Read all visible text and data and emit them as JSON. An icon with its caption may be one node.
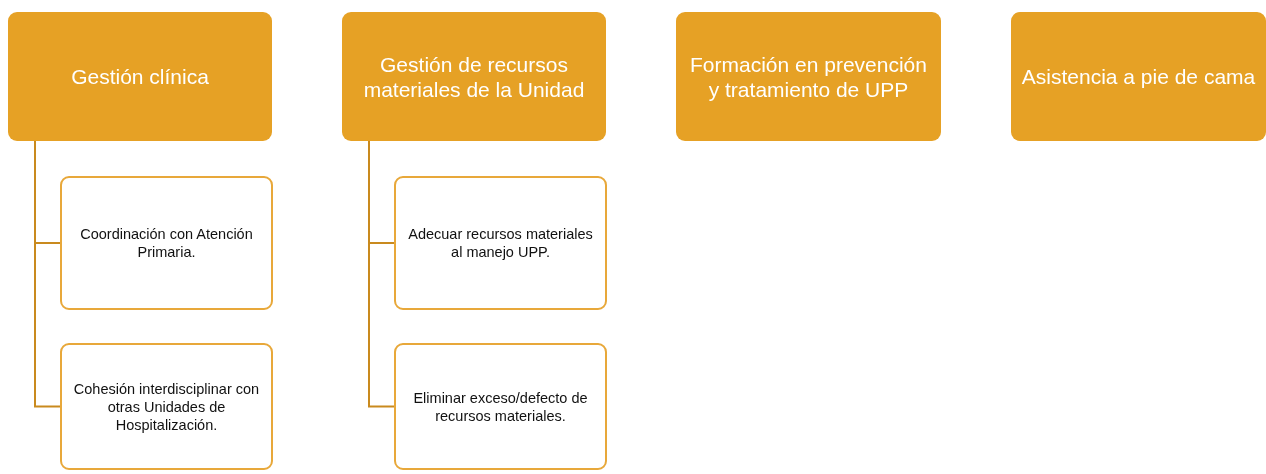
{
  "diagram": {
    "nodes": [
      {
        "text": [
          "Gestión clínica"
        ]
      },
      {
        "text": [
          "Gestión de recursos materiales de la Unidad"
        ]
      },
      {
        "text": [
          "Formación en prevención y tratamiento de UPP"
        ]
      },
      {
        "text": [
          "Asistencia a pie de cama"
        ]
      },
      {
        "text": [
          "Coordinación con Atención Primaria."
        ]
      },
      {
        "text": [
          "Cohesión interdisciplinar con otras Unidades de Hospitalización."
        ]
      },
      {
        "text": [
          "Adecuar recursos materiales al manejo UPP."
        ]
      },
      {
        "text": [
          "Eliminar exceso/defecto de recursos materiales."
        ]
      }
    ],
    "edges": [
      {
        "from": 0,
        "to": 4,
        "arrow": "none"
      },
      {
        "from": 0,
        "to": 5,
        "arrow": "none"
      },
      {
        "from": 1,
        "to": 6,
        "arrow": "none"
      },
      {
        "from": 1,
        "to": 7,
        "arrow": "none"
      }
    ]
  }
}
